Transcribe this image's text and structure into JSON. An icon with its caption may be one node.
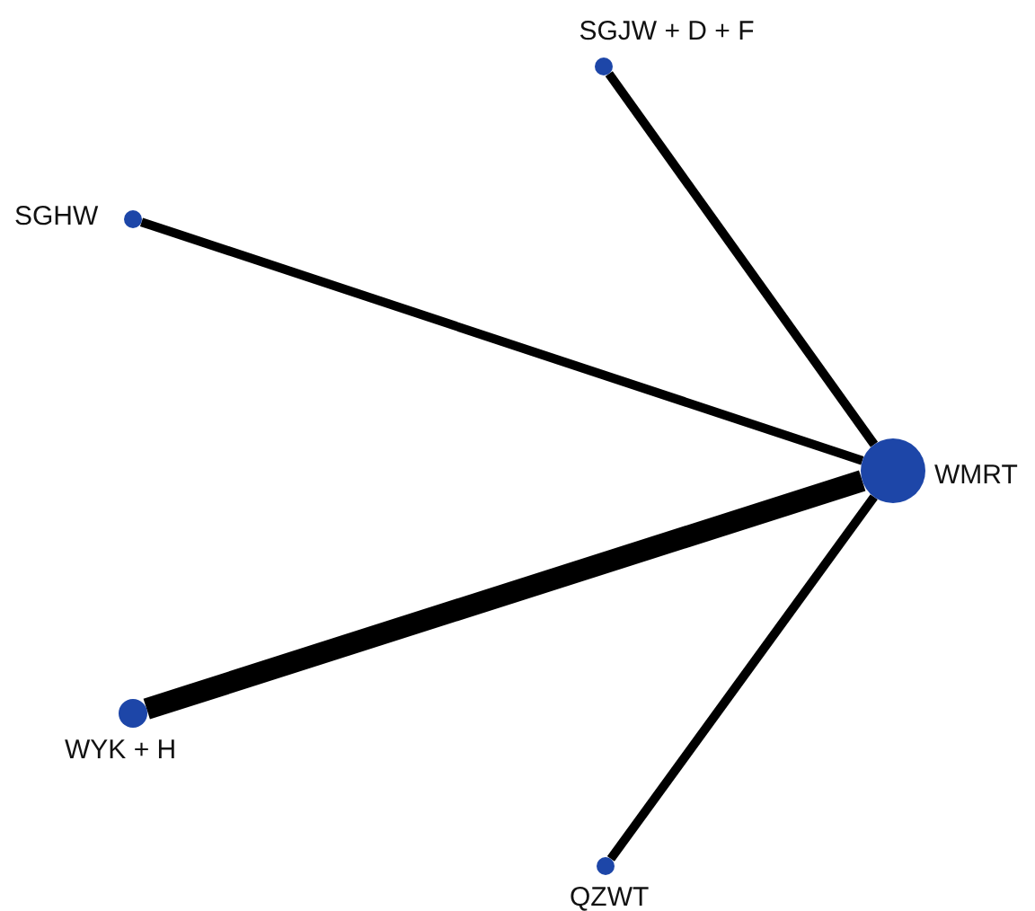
{
  "diagram": {
    "nodes": [
      {
        "text": [],
        "shape": "circle",
        "beside": [
          "SGJW + D + F"
        ]
      },
      {
        "text": [],
        "shape": "circle",
        "beside": [
          "SGHW"
        ]
      },
      {
        "text": [],
        "shape": "circle",
        "beside": [
          "WMRT"
        ]
      },
      {
        "text": [],
        "shape": "circle",
        "beside": [
          "WYK + H"
        ]
      },
      {
        "text": [],
        "shape": "circle",
        "beside": [
          "QZWT"
        ]
      }
    ],
    "edges": [
      {
        "from": 2,
        "to": 0,
        "arrow": "none"
      },
      {
        "from": 2,
        "to": 1,
        "arrow": "none"
      },
      {
        "from": 2,
        "to": 3,
        "arrow": "none",
        "style": "thick"
      },
      {
        "from": 2,
        "to": 4,
        "arrow": "none"
      }
    ]
  }
}
